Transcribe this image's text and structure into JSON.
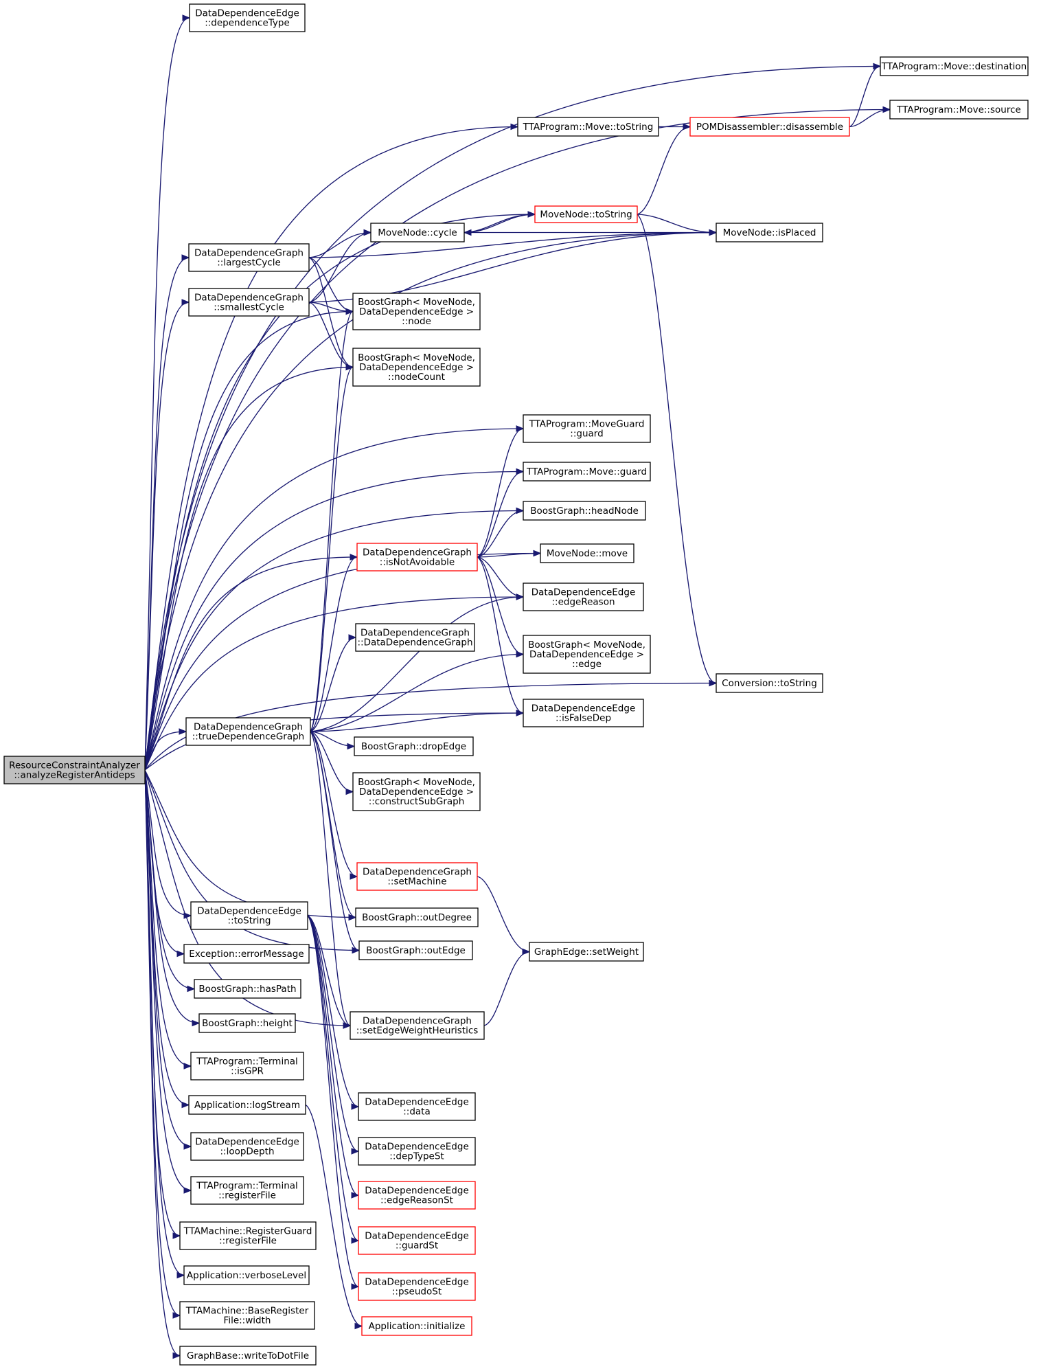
{
  "nodes": [
    {
      "id": "root",
      "lines": [
        "ResourceConstraintAnalyzer",
        "::analyzeRegisterAntideps"
      ],
      "style": "root"
    },
    {
      "id": "dde_depType",
      "lines": [
        "DataDependenceEdge",
        "::dependenceType"
      ],
      "style": "normal"
    },
    {
      "id": "move_destination",
      "lines": [
        "TTAProgram::Move::destination"
      ],
      "style": "normal"
    },
    {
      "id": "move_source",
      "lines": [
        "TTAProgram::Move::source"
      ],
      "style": "normal"
    },
    {
      "id": "move_toString",
      "lines": [
        "TTAProgram::Move::toString"
      ],
      "style": "normal"
    },
    {
      "id": "pom_disassemble",
      "lines": [
        "POMDisassembler::disassemble"
      ],
      "style": "red"
    },
    {
      "id": "mn_toString",
      "lines": [
        "MoveNode::toString"
      ],
      "style": "red"
    },
    {
      "id": "mn_cycle",
      "lines": [
        "MoveNode::cycle"
      ],
      "style": "normal"
    },
    {
      "id": "mn_isPlaced",
      "lines": [
        "MoveNode::isPlaced"
      ],
      "style": "normal"
    },
    {
      "id": "ddg_largestCycle",
      "lines": [
        "DataDependenceGraph",
        "::largestCycle"
      ],
      "style": "normal"
    },
    {
      "id": "ddg_smallestCycle",
      "lines": [
        "DataDependenceGraph",
        "::smallestCycle"
      ],
      "style": "normal"
    },
    {
      "id": "bg_node",
      "lines": [
        "BoostGraph< MoveNode,",
        "DataDependenceEdge >",
        "::node"
      ],
      "style": "normal"
    },
    {
      "id": "bg_nodeCount",
      "lines": [
        "BoostGraph< MoveNode,",
        "DataDependenceEdge >",
        "::nodeCount"
      ],
      "style": "normal"
    },
    {
      "id": "moveguard_guard",
      "lines": [
        "TTAProgram::MoveGuard",
        "::guard"
      ],
      "style": "normal"
    },
    {
      "id": "move_guard",
      "lines": [
        "TTAProgram::Move::guard"
      ],
      "style": "normal"
    },
    {
      "id": "bg_headNode",
      "lines": [
        "BoostGraph::headNode"
      ],
      "style": "normal"
    },
    {
      "id": "ddg_isNotAvoidable",
      "lines": [
        "DataDependenceGraph",
        "::isNotAvoidable"
      ],
      "style": "red"
    },
    {
      "id": "mn_move",
      "lines": [
        "MoveNode::move"
      ],
      "style": "normal"
    },
    {
      "id": "dde_edgeReason",
      "lines": [
        "DataDependenceEdge",
        "::edgeReason"
      ],
      "style": "normal"
    },
    {
      "id": "ddg_ctor",
      "lines": [
        "DataDependenceGraph",
        "::DataDependenceGraph"
      ],
      "style": "normal"
    },
    {
      "id": "bg_edge",
      "lines": [
        "BoostGraph< MoveNode,",
        "DataDependenceEdge >",
        "::edge"
      ],
      "style": "normal"
    },
    {
      "id": "conv_toString",
      "lines": [
        "Conversion::toString"
      ],
      "style": "normal"
    },
    {
      "id": "ddg_trueDG",
      "lines": [
        "DataDependenceGraph",
        "::trueDependenceGraph"
      ],
      "style": "normal"
    },
    {
      "id": "dde_isFalseDep",
      "lines": [
        "DataDependenceEdge",
        "::isFalseDep"
      ],
      "style": "normal"
    },
    {
      "id": "bg_dropEdge",
      "lines": [
        "BoostGraph::dropEdge"
      ],
      "style": "normal"
    },
    {
      "id": "bg_constructSub",
      "lines": [
        "BoostGraph< MoveNode,",
        "DataDependenceEdge >",
        "::constructSubGraph"
      ],
      "style": "normal"
    },
    {
      "id": "ddg_setMachine",
      "lines": [
        "DataDependenceGraph",
        "::setMachine"
      ],
      "style": "red"
    },
    {
      "id": "dde_toString",
      "lines": [
        "DataDependenceEdge",
        "::toString"
      ],
      "style": "normal"
    },
    {
      "id": "bg_outDegree",
      "lines": [
        "BoostGraph::outDegree"
      ],
      "style": "normal"
    },
    {
      "id": "exc_errorMessage",
      "lines": [
        "Exception::errorMessage"
      ],
      "style": "normal"
    },
    {
      "id": "bg_outEdge",
      "lines": [
        "BoostGraph::outEdge"
      ],
      "style": "normal"
    },
    {
      "id": "ge_setWeight",
      "lines": [
        "GraphEdge::setWeight"
      ],
      "style": "normal"
    },
    {
      "id": "bg_hasPath",
      "lines": [
        "BoostGraph::hasPath"
      ],
      "style": "normal"
    },
    {
      "id": "ddg_setEdgeWH",
      "lines": [
        "DataDependenceGraph",
        "::setEdgeWeightHeuristics"
      ],
      "style": "normal"
    },
    {
      "id": "bg_height",
      "lines": [
        "BoostGraph::height"
      ],
      "style": "normal"
    },
    {
      "id": "term_isGPR",
      "lines": [
        "TTAProgram::Terminal",
        "::isGPR"
      ],
      "style": "normal"
    },
    {
      "id": "dde_data",
      "lines": [
        "DataDependenceEdge",
        "::data"
      ],
      "style": "normal"
    },
    {
      "id": "app_logStream",
      "lines": [
        "Application::logStream"
      ],
      "style": "normal"
    },
    {
      "id": "dde_loopDepth",
      "lines": [
        "DataDependenceEdge",
        "::loopDepth"
      ],
      "style": "normal"
    },
    {
      "id": "dde_depTypeSt",
      "lines": [
        "DataDependenceEdge",
        "::depTypeSt"
      ],
      "style": "normal"
    },
    {
      "id": "term_registerFile",
      "lines": [
        "TTAProgram::Terminal",
        "::registerFile"
      ],
      "style": "normal"
    },
    {
      "id": "dde_edgeReasonSt",
      "lines": [
        "DataDependenceEdge",
        "::edgeReasonSt"
      ],
      "style": "red"
    },
    {
      "id": "rg_registerFile",
      "lines": [
        "TTAMachine::RegisterGuard",
        "::registerFile"
      ],
      "style": "normal"
    },
    {
      "id": "dde_guardSt",
      "lines": [
        "DataDependenceEdge",
        "::guardSt"
      ],
      "style": "red"
    },
    {
      "id": "app_verboseLevel",
      "lines": [
        "Application::verboseLevel"
      ],
      "style": "normal"
    },
    {
      "id": "dde_pseudoSt",
      "lines": [
        "DataDependenceEdge",
        "::pseudoSt"
      ],
      "style": "red"
    },
    {
      "id": "brf_width",
      "lines": [
        "TTAMachine::BaseRegister",
        "File::width"
      ],
      "style": "normal"
    },
    {
      "id": "app_initialize",
      "lines": [
        "Application::initialize"
      ],
      "style": "red"
    },
    {
      "id": "gb_writeToDot",
      "lines": [
        "GraphBase::writeToDotFile"
      ],
      "style": "normal"
    }
  ],
  "edges": [
    [
      "root",
      "dde_depType"
    ],
    [
      "root",
      "move_destination"
    ],
    [
      "root",
      "move_source"
    ],
    [
      "root",
      "move_toString"
    ],
    [
      "root",
      "mn_toString"
    ],
    [
      "root",
      "mn_isPlaced"
    ],
    [
      "root",
      "ddg_largestCycle"
    ],
    [
      "root",
      "ddg_smallestCycle"
    ],
    [
      "root",
      "bg_node"
    ],
    [
      "root",
      "bg_nodeCount"
    ],
    [
      "root",
      "moveguard_guard"
    ],
    [
      "root",
      "move_guard"
    ],
    [
      "root",
      "bg_headNode"
    ],
    [
      "root",
      "mn_move"
    ],
    [
      "root",
      "dde_edgeReason"
    ],
    [
      "root",
      "ddg_trueDG"
    ],
    [
      "root",
      "ddg_isNotAvoidable"
    ],
    [
      "root",
      "bg_outDegree"
    ],
    [
      "root",
      "bg_outEdge"
    ],
    [
      "root",
      "conv_toString"
    ],
    [
      "root",
      "dde_isFalseDep"
    ],
    [
      "root",
      "dde_toString"
    ],
    [
      "root",
      "exc_errorMessage"
    ],
    [
      "root",
      "bg_hasPath"
    ],
    [
      "root",
      "bg_height"
    ],
    [
      "root",
      "term_isGPR"
    ],
    [
      "root",
      "app_logStream"
    ],
    [
      "root",
      "dde_loopDepth"
    ],
    [
      "root",
      "term_registerFile"
    ],
    [
      "root",
      "rg_registerFile"
    ],
    [
      "root",
      "app_verboseLevel"
    ],
    [
      "root",
      "brf_width"
    ],
    [
      "root",
      "gb_writeToDot"
    ],
    [
      "root",
      "ddg_setEdgeWH"
    ],
    [
      "move_toString",
      "pom_disassemble"
    ],
    [
      "pom_disassemble",
      "move_destination"
    ],
    [
      "pom_disassemble",
      "move_source"
    ],
    [
      "mn_toString",
      "pom_disassemble"
    ],
    [
      "mn_toString",
      "mn_cycle"
    ],
    [
      "mn_toString",
      "mn_isPlaced"
    ],
    [
      "mn_toString",
      "conv_toString"
    ],
    [
      "mn_cycle",
      "mn_toString"
    ],
    [
      "mn_cycle",
      "mn_isPlaced"
    ],
    [
      "ddg_largestCycle",
      "mn_cycle"
    ],
    [
      "ddg_largestCycle",
      "mn_isPlaced"
    ],
    [
      "ddg_largestCycle",
      "bg_node"
    ],
    [
      "ddg_largestCycle",
      "bg_nodeCount"
    ],
    [
      "ddg_smallestCycle",
      "mn_cycle"
    ],
    [
      "ddg_smallestCycle",
      "mn_isPlaced"
    ],
    [
      "ddg_smallestCycle",
      "bg_node"
    ],
    [
      "ddg_smallestCycle",
      "bg_nodeCount"
    ],
    [
      "ddg_isNotAvoidable",
      "moveguard_guard"
    ],
    [
      "ddg_isNotAvoidable",
      "move_guard"
    ],
    [
      "ddg_isNotAvoidable",
      "bg_headNode"
    ],
    [
      "ddg_isNotAvoidable",
      "mn_move"
    ],
    [
      "ddg_isNotAvoidable",
      "dde_edgeReason"
    ],
    [
      "ddg_isNotAvoidable",
      "bg_edge"
    ],
    [
      "ddg_isNotAvoidable",
      "dde_isFalseDep"
    ],
    [
      "ddg_trueDG",
      "bg_node"
    ],
    [
      "ddg_trueDG",
      "bg_nodeCount"
    ],
    [
      "ddg_trueDG",
      "ddg_isNotAvoidable"
    ],
    [
      "ddg_trueDG",
      "ddg_ctor"
    ],
    [
      "ddg_trueDG",
      "dde_edgeReason"
    ],
    [
      "ddg_trueDG",
      "bg_edge"
    ],
    [
      "ddg_trueDG",
      "dde_isFalseDep"
    ],
    [
      "ddg_trueDG",
      "bg_dropEdge"
    ],
    [
      "ddg_trueDG",
      "bg_constructSub"
    ],
    [
      "ddg_trueDG",
      "ddg_setMachine"
    ],
    [
      "ddg_trueDG",
      "bg_outDegree"
    ],
    [
      "ddg_trueDG",
      "bg_outEdge"
    ],
    [
      "ddg_trueDG",
      "ddg_setEdgeWH"
    ],
    [
      "ddg_setMachine",
      "ge_setWeight"
    ],
    [
      "ddg_setEdgeWH",
      "ge_setWeight"
    ],
    [
      "dde_toString",
      "dde_data"
    ],
    [
      "dde_toString",
      "dde_depTypeSt"
    ],
    [
      "dde_toString",
      "dde_edgeReasonSt"
    ],
    [
      "dde_toString",
      "dde_guardSt"
    ],
    [
      "dde_toString",
      "dde_pseudoSt"
    ],
    [
      "dde_toString",
      "ddg_setEdgeWH"
    ],
    [
      "app_logStream",
      "app_initialize"
    ]
  ]
}
